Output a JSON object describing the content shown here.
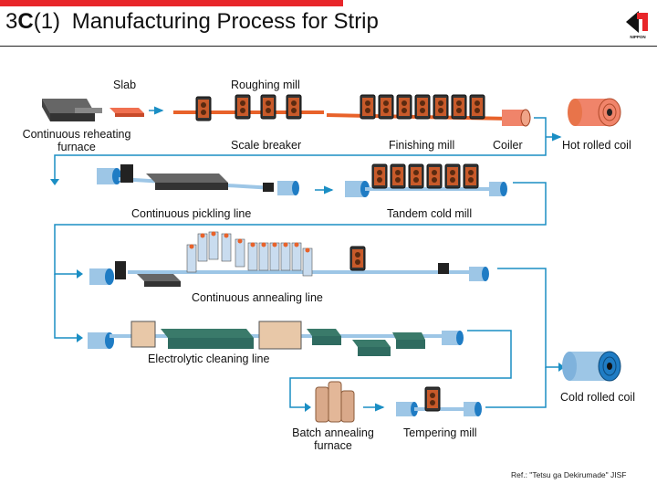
{
  "header": {
    "title_prefix": "3",
    "title_letter": "C",
    "title_num": "(1)",
    "title_main": "Manufacturing Process for Strip",
    "logo_text": "NIPPON",
    "accent": "#e8262a"
  },
  "labels": {
    "slab": "Slab",
    "roughing_mill": "Roughing mill",
    "reheating_furnace": "Continuous reheating\nfurnace",
    "scale_breaker": "Scale breaker",
    "finishing_mill": "Finishing mill",
    "coiler": "Coiler",
    "hot_rolled_coil": "Hot rolled coil",
    "pickling_line": "Continuous pickling line",
    "tandem_cold_mill": "Tandem cold mill",
    "annealing_line": "Continuous annealing line",
    "cleaning_line": "Electrolytic cleaning line",
    "cold_rolled_coil": "Cold rolled coil",
    "batch_annealing": "Batch annealing\nfurnace",
    "tempering_mill": "Tempering mill"
  },
  "reference": "Ref.: \"Tetsu ga Dekirumade\" JISF",
  "colors": {
    "flow_arrow": "#1a8ec4",
    "hot_strip": "#e8622a",
    "cold_strip": "#9dc6e6",
    "coil_blue": "#1f7cc4",
    "hot_coil": "#f0846a",
    "machine": "#3a3a3a",
    "cleaning_tank": "#2f6b60"
  }
}
